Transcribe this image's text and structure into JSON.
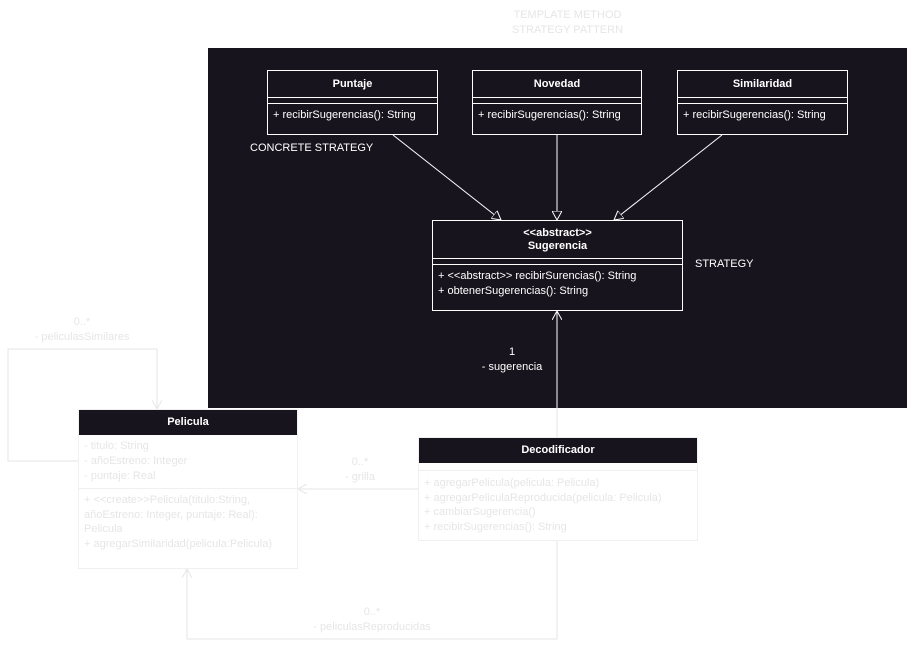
{
  "header": {
    "line1": "TEMPLATE METHOD",
    "line2": "STRATEGY PATTERN"
  },
  "colors": {
    "dark": "#18141d",
    "white": "#ffffff",
    "faint": "#e6e6e6"
  },
  "classes": {
    "puntaje": {
      "name": "Puntaje",
      "ops": [
        "+ recibirSugerencias(): String"
      ]
    },
    "novedad": {
      "name": "Novedad",
      "ops": [
        "+ recibirSugerencias(): String"
      ]
    },
    "similaridad": {
      "name": "Similaridad",
      "ops": [
        "+ recibirSugerencias(): String"
      ]
    },
    "sugerencia": {
      "stereotype": "<<abstract>>",
      "name": "Sugerencia",
      "ops": [
        "+ <<abstract>> recibirSurencias(): String",
        "+ obtenerSugerencias(): String"
      ]
    },
    "pelicula": {
      "name": "Pelicula",
      "attrs": [
        "- titulo: String",
        "- añoEstreno: Integer",
        "- puntaje: Real"
      ],
      "ops": [
        "+ <<create>>Pelicula(titulo:String,",
        "añoEstreno: Integer, puntaje: Real):",
        "Pelicula",
        "+ agregarSimilaridad(pelicula:Pelicula)"
      ]
    },
    "decodificador": {
      "name": "Decodificador",
      "ops": [
        "+ agregarPelicula(pelicula: Pelicula)",
        "+ agregarPeliculaReproducida(pelicula: Pelicula)",
        "+ cambiarSugerencia()",
        "+ recibirSugerencias(): String"
      ]
    }
  },
  "labels": {
    "concrete_strategy": "CONCRETE STRATEGY",
    "strategy": "STRATEGY",
    "sugerencia_mult": "1",
    "sugerencia_role": "- sugerencia",
    "grilla_mult": "0..*",
    "grilla_role": "- grilla",
    "similares_mult": "0..*",
    "similares_role": "- peliculasSimilares",
    "reproducidas_mult": "0..*",
    "reproducidas_role": "- peliculasReproducidas"
  }
}
